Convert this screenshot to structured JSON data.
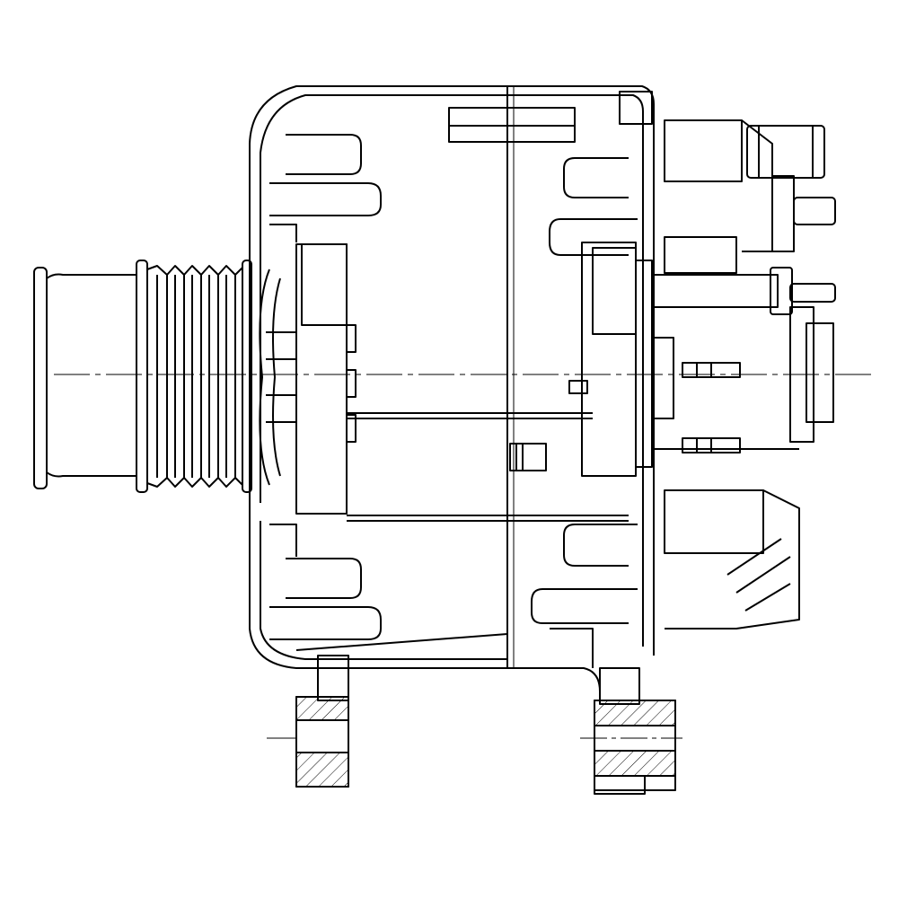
{
  "drawing": {
    "subject": "alternator",
    "view": "side elevation",
    "style": "black line drawing on white",
    "colors": {
      "stroke": "#000000",
      "background": "#ffffff"
    },
    "components": [
      "pulley",
      "front-housing",
      "rear-housing",
      "rotor",
      "rear-electronics-cover",
      "b-plus-terminal",
      "mounting-foot-front",
      "mounting-foot-rear",
      "centerline"
    ]
  }
}
